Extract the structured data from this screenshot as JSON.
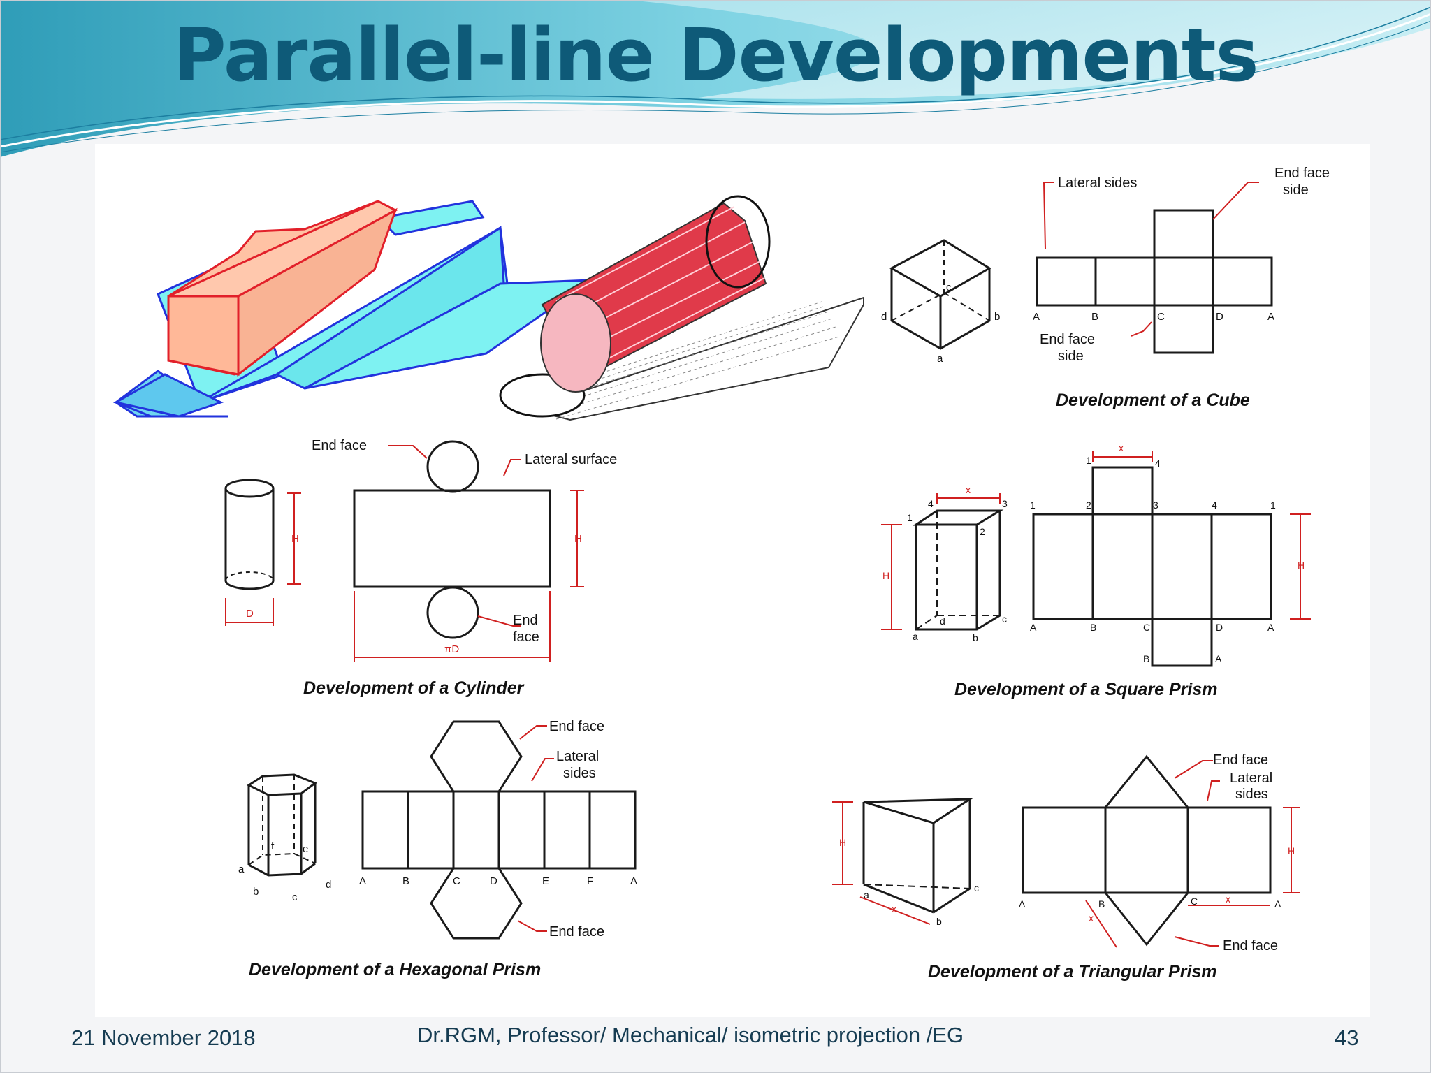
{
  "slide": {
    "title": "Parallel-line Developments"
  },
  "figure": {
    "cube": {
      "caption": "Development of a Cube",
      "lateral_label": "Lateral sides",
      "end_face_top": [
        "End face",
        "side"
      ],
      "end_face_bottom": [
        "End face",
        "side"
      ],
      "vertex_labels": [
        "A",
        "B",
        "C",
        "D",
        "A"
      ],
      "iso_labels": [
        "d",
        "c",
        "b",
        "a"
      ]
    },
    "cylinder": {
      "caption": "Development of a Cylinder",
      "end_face_top": "End face",
      "lateral_label": "Lateral surface",
      "end_face_bottom": [
        "End",
        "face"
      ],
      "height_label": "H",
      "diameter_label": "D",
      "circumference_label": "πD"
    },
    "square_prism": {
      "caption": "Development of a Square Prism",
      "width_label": "x",
      "height_label": "H",
      "top_numbers": [
        "1",
        "2",
        "3",
        "4",
        "1"
      ],
      "cap_numbers": [
        "1",
        "4"
      ],
      "bottom_letters": [
        "A",
        "B",
        "C",
        "D",
        "A"
      ],
      "cap_letters": [
        "B",
        "A"
      ],
      "iso_numbers": [
        "1",
        "4",
        "3",
        "2"
      ],
      "iso_letters": [
        "a",
        "b",
        "c",
        "d"
      ]
    },
    "hexagonal_prism": {
      "caption": "Development of a Hexagonal Prism",
      "end_face_top": "End face",
      "lateral_label": [
        "Lateral",
        "sides"
      ],
      "end_face_bottom": "End face",
      "bottom_letters": [
        "A",
        "B",
        "C",
        "D",
        "E",
        "F",
        "A"
      ],
      "iso_letters": [
        "a",
        "b",
        "c",
        "d",
        "e",
        "f"
      ]
    },
    "triangular_prism": {
      "caption": "Development of a Triangular Prism",
      "end_face_top": "End face",
      "lateral_label": [
        "Lateral",
        "sides"
      ],
      "end_face_bottom": "End face",
      "height_label": "H",
      "width_label": "x",
      "bottom_letters": [
        "A",
        "B",
        "C",
        "A"
      ],
      "iso_letters": [
        "a",
        "b",
        "c"
      ]
    }
  },
  "footer": {
    "date": "21 November 2018",
    "author": "Dr.RGM, Professor/ Mechanical/ isometric projection /EG",
    "page_number": "43"
  }
}
